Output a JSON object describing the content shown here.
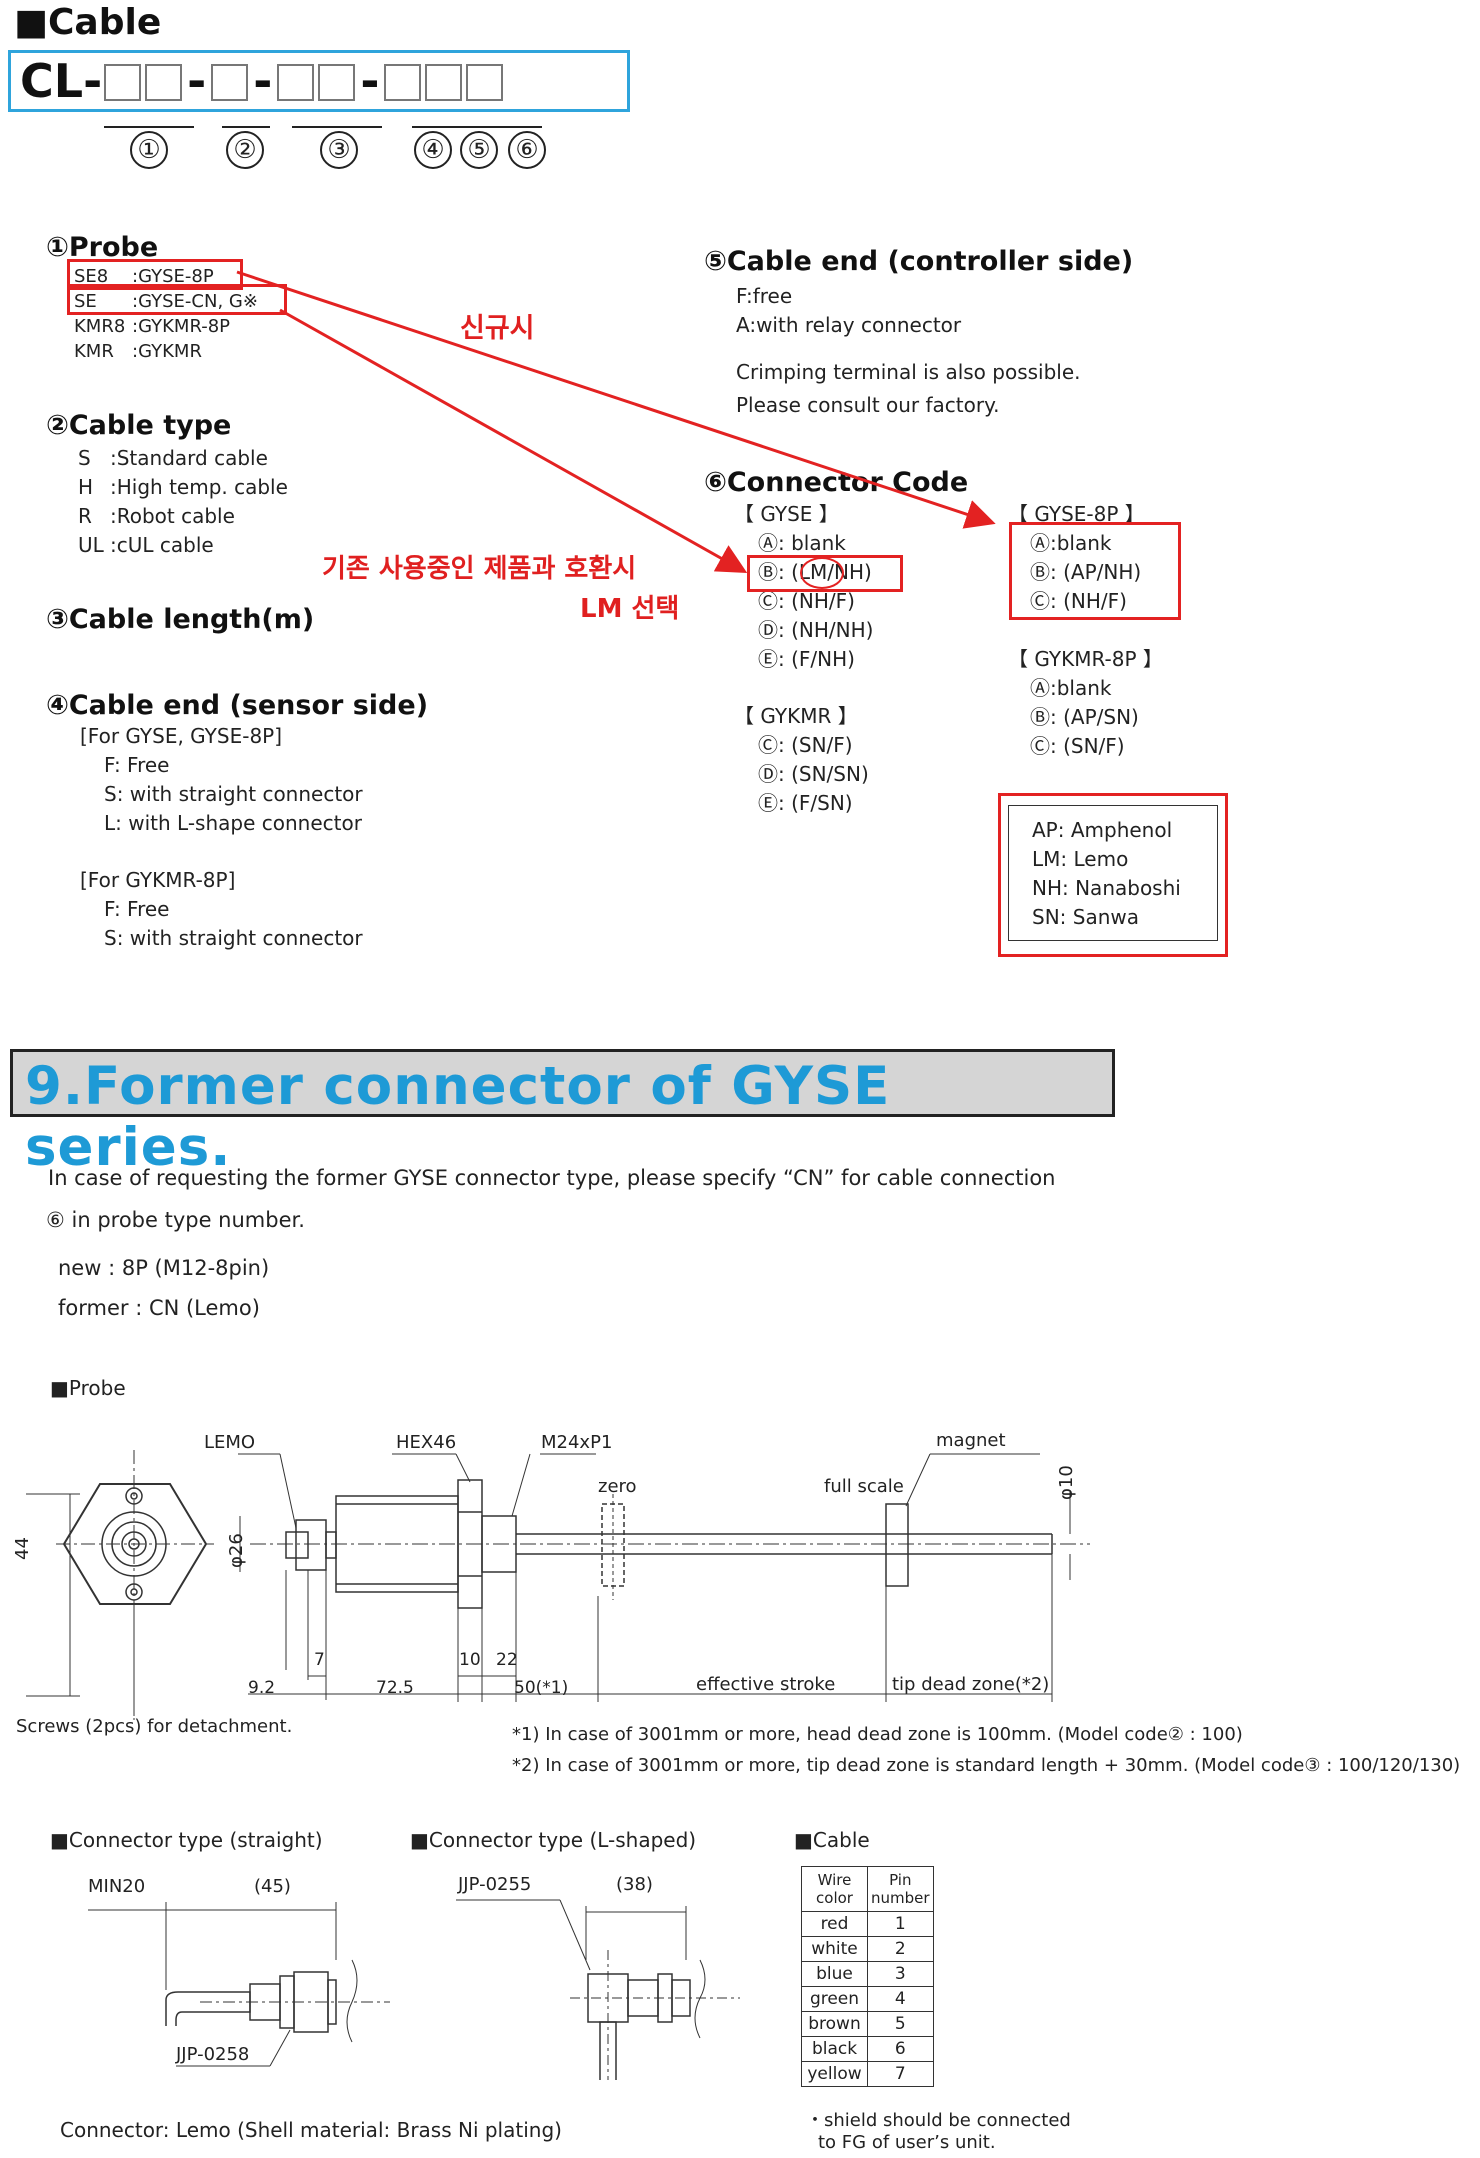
{
  "cable_section": {
    "title": "■Cable",
    "code_prefix": "CL-",
    "code_dash": "-",
    "digits": [
      "①",
      "②",
      "③",
      "④",
      "⑤",
      "⑥"
    ]
  },
  "probe": {
    "title": "①Probe",
    "items": [
      {
        "code": "SE8",
        "desc": ":GYSE-8P"
      },
      {
        "code": "SE",
        "desc": ":GYSE-CN, G※"
      },
      {
        "code": "KMR8",
        "desc": ":GYKMR-8P"
      },
      {
        "code": "KMR",
        "desc": ":GYKMR"
      }
    ]
  },
  "cable_type": {
    "title": "②Cable type",
    "items": [
      {
        "code": "S",
        "desc": ":Standard cable"
      },
      {
        "code": "H",
        "desc": ":High temp. cable"
      },
      {
        "code": "R",
        "desc": ":Robot cable"
      },
      {
        "code": "UL",
        "desc": ":cUL cable"
      }
    ]
  },
  "cable_length": {
    "title": "③Cable length(m)"
  },
  "cable_end_sensor": {
    "title": "④Cable end (sensor side)",
    "group1_head": "[For GYSE, GYSE-8P]",
    "group1": [
      "F: Free",
      "S: with straight connector",
      "L: with L-shape connector"
    ],
    "group2_head": "[For GYKMR-8P]",
    "group2": [
      "F: Free",
      "S: with straight connector"
    ]
  },
  "cable_end_controller": {
    "title": "⑤Cable end (controller side)",
    "items": [
      "F:free",
      "A:with relay connector"
    ],
    "note1": "Crimping terminal is also possible.",
    "note2": "Please consult our factory."
  },
  "connector_code": {
    "title": "⑥Connector Code",
    "gyse_head": "【 GYSE 】",
    "gyse": [
      "Ⓐ: blank",
      "Ⓑ: (LM/NH)",
      "Ⓒ: (NH/F)",
      "Ⓓ: (NH/NH)",
      "Ⓔ: (F/NH)"
    ],
    "gykmr_head": "【 GYKMR 】",
    "gykmr": [
      "Ⓒ: (SN/F)",
      "Ⓓ: (SN/SN)",
      "Ⓔ: (F/SN)"
    ],
    "gyse8p_head": "【 GYSE-8P 】",
    "gyse8p": [
      "Ⓐ:blank",
      "Ⓑ: (AP/NH)",
      "Ⓒ: (NH/F)"
    ],
    "gykmr8p_head": "【 GYKMR-8P 】",
    "gykmr8p": [
      "Ⓐ:blank",
      "Ⓑ: (AP/SN)",
      "Ⓒ: (SN/F)"
    ],
    "legend": [
      "AP: Amphenol",
      "LM: Lemo",
      "NH: Nanaboshi",
      "SN: Sanwa"
    ]
  },
  "annotations": {
    "new": "신규시",
    "compat1": "기존 사용중인 제품과 호환시",
    "compat2": "LM 선택"
  },
  "former": {
    "banner": "9.Former connector of GYSE series.",
    "p1": "In case of requesting the former GYSE connector type, please specify “CN” for cable connection",
    "p2": "⑥ in probe type number.",
    "new": "new : 8P (M12-8pin)",
    "former": "former : CN (Lemo)"
  },
  "probe_drawing": {
    "title": "■Probe",
    "labels": {
      "lemo": "LEMO",
      "hex": "HEX46",
      "thread": "M24xP1",
      "magnet": "magnet",
      "zero": "zero",
      "full": "full scale",
      "d10": "φ10",
      "d26": "φ26",
      "h44": "44",
      "d92": "9.2",
      "d7": "7",
      "d725": "72.5",
      "d10b": "10",
      "d22": "22",
      "d50": "50(*1)",
      "eff": "effective stroke",
      "tip": "tip dead zone(*2)"
    },
    "screws": "Screws (2pcs) for detachment.",
    "note1": "*1) In case of 3001mm or more, head dead zone is 100mm. (Model code② : 100)",
    "note2": "*2) In case of 3001mm or more, tip dead zone is standard length + 30mm. (Model code③ : 100/120/130)"
  },
  "connector_straight": {
    "title": "■Connector type (straight)",
    "min": "MIN20",
    "len": "(45)",
    "part": "JJP-0258"
  },
  "connector_l": {
    "title": "■Connector type (L-shaped)",
    "part": "JJP-0255",
    "len": "(38)"
  },
  "cable_table": {
    "title": "■Cable",
    "head_color": [
      "Wire",
      "color"
    ],
    "head_pin": [
      "Pin",
      "number"
    ],
    "rows": [
      {
        "color": "red",
        "pin": "1"
      },
      {
        "color": "white",
        "pin": "2"
      },
      {
        "color": "blue",
        "pin": "3"
      },
      {
        "color": "green",
        "pin": "4"
      },
      {
        "color": "brown",
        "pin": "5"
      },
      {
        "color": "black",
        "pin": "6"
      },
      {
        "color": "yellow",
        "pin": "7"
      }
    ],
    "note1": "・shield should be connected",
    "note2": "to FG of user’s unit."
  },
  "connector_note": "Connector:  Lemo (Shell material: Brass Ni plating)"
}
